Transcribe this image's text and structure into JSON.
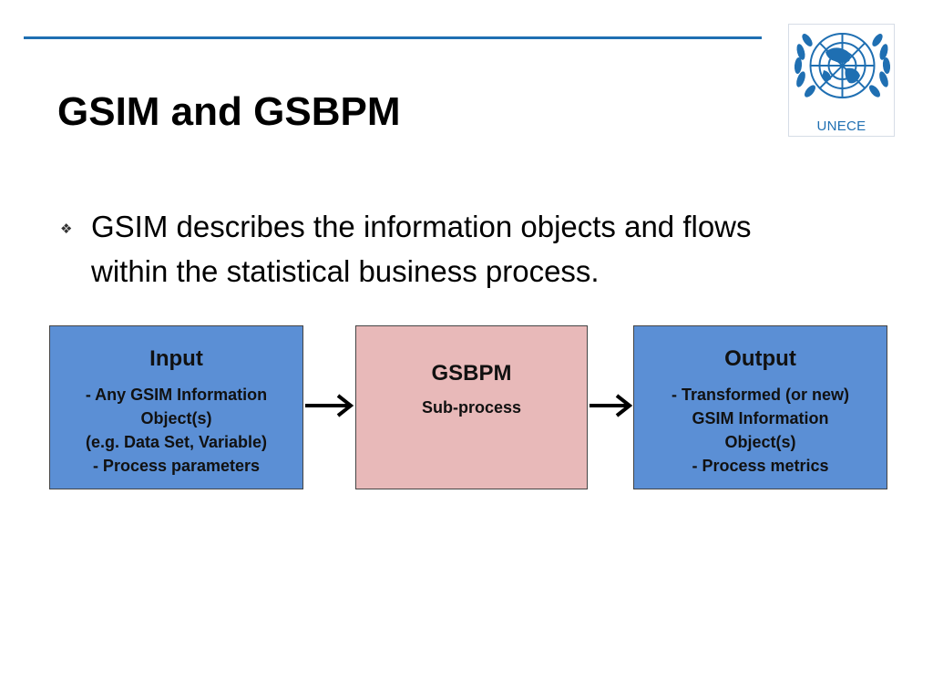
{
  "slide": {
    "title": "GSIM and GSBPM",
    "bullet": "GSIM describes the information objects and flows within the statistical business process."
  },
  "logo": {
    "text": "UNECE"
  },
  "diagram": {
    "input": {
      "title": "Input",
      "lines": [
        "- Any GSIM Information",
        "Object(s)",
        "(e.g. Data Set, Variable)",
        "- Process parameters"
      ]
    },
    "process": {
      "title": "GSBPM",
      "subtitle": "Sub-process"
    },
    "output": {
      "title": "Output",
      "lines": [
        "- Transformed (or new)",
        "GSIM Information",
        "Object(s)",
        "- Process metrics"
      ]
    }
  },
  "colors": {
    "rule": "#1f6fb2",
    "io_box": "#5b8fd5",
    "process_box": "#e8b9b9"
  }
}
